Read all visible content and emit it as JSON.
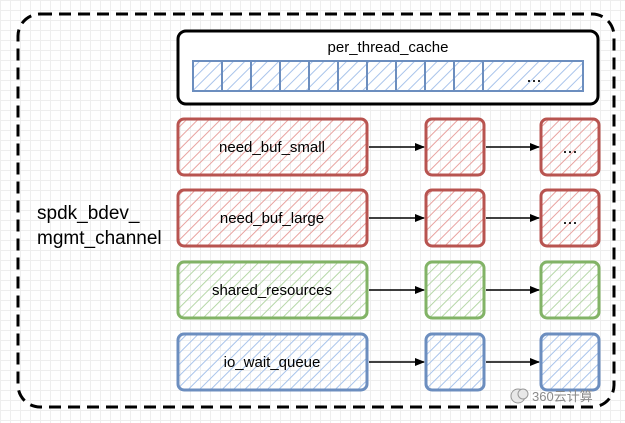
{
  "container": {
    "label_line1": "spdk_bdev_",
    "label_line2": "mgmt_channel"
  },
  "per_thread_cache": {
    "label": "per_thread_cache",
    "ellipsis": "..."
  },
  "queues": [
    {
      "label": "need_buf_small",
      "ellipsis": "...",
      "color": "#b85450",
      "fill": "#f8cecc"
    },
    {
      "label": "need_buf_large",
      "ellipsis": "...",
      "color": "#b85450",
      "fill": "#f8cecc"
    },
    {
      "label": "shared_resources",
      "ellipsis": "",
      "color": "#82b366",
      "fill": "#d5e8d4"
    },
    {
      "label": "io_wait_queue",
      "ellipsis": "",
      "color": "#6c8ebf",
      "fill": "#dae8fc"
    }
  ],
  "colors": {
    "cache_cell_stroke": "#6c8ebf",
    "cache_cell_fill": "#dae8fc",
    "ink": "#000000"
  },
  "watermark": {
    "text": "360云计算"
  }
}
